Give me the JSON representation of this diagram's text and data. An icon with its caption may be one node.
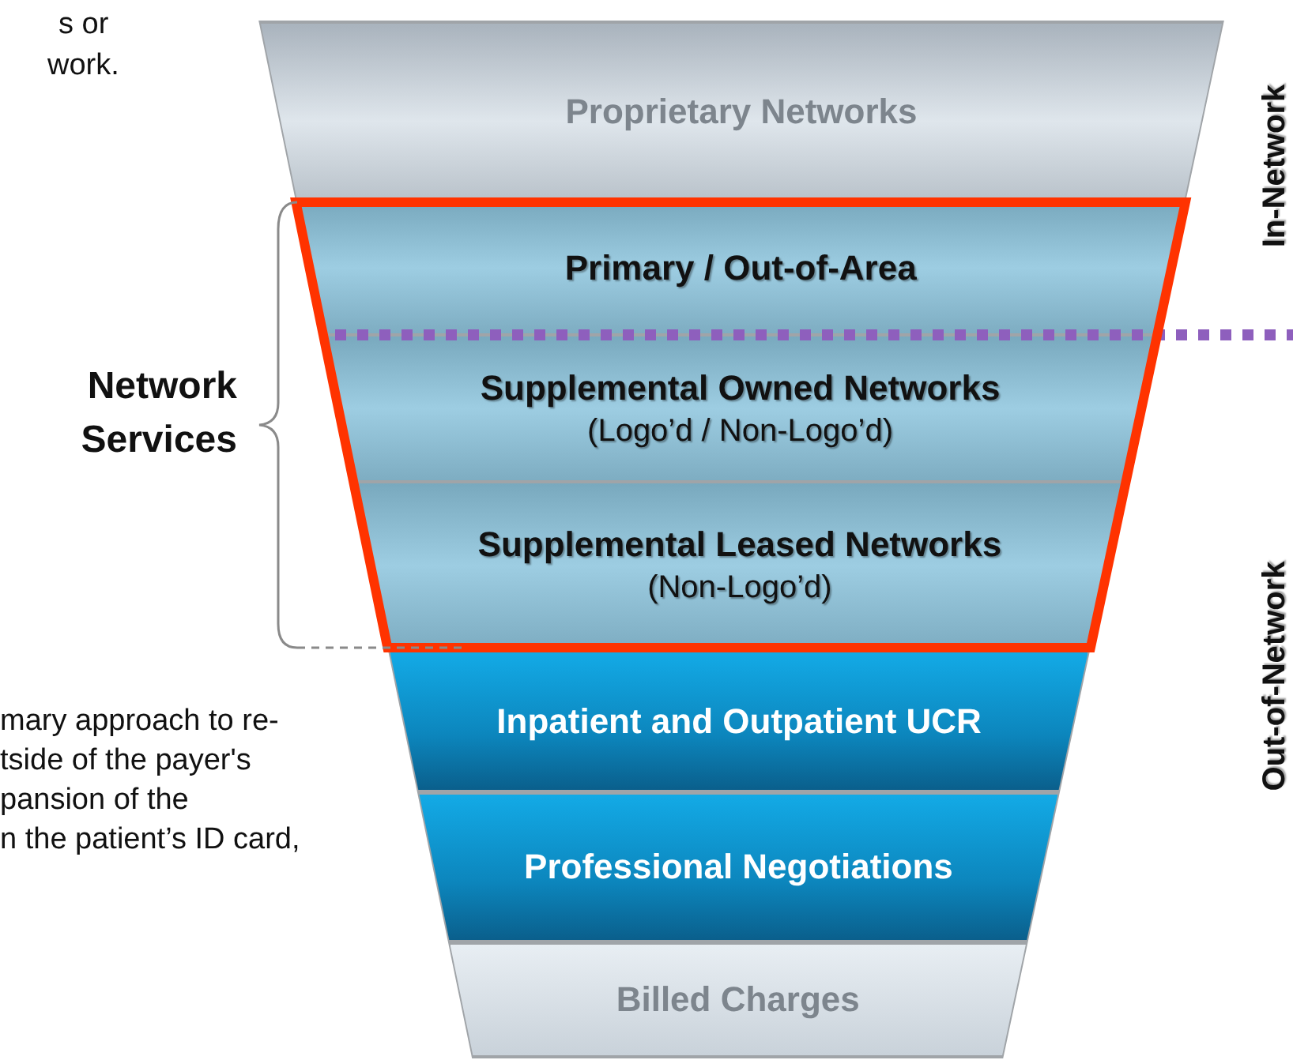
{
  "diagram": {
    "nodes": [
      {
        "text": [
          "Proprietary Networks"
        ]
      },
      {
        "text": [
          "Primary / Out-of-Area"
        ]
      },
      {
        "text": [
          "Supplemental Owned Networks",
          "(Logo’d / Non-Logo’d)"
        ]
      },
      {
        "text": [
          "Supplemental Leased Networks",
          "(Non-Logo’d)"
        ]
      },
      {
        "text": [
          "Inpatient and Outpatient UCR"
        ]
      },
      {
        "text": [
          "Professional Negotiations"
        ]
      },
      {
        "text": [
          "Billed Charges"
        ]
      }
    ],
    "labels": [
      "s or",
      "work.",
      "In-Network",
      "Network Services",
      "Out-of-Network",
      "mary approach to re-",
      "tside of the payer's",
      "pansion of the",
      "n the patient’s ID card,"
    ]
  }
}
